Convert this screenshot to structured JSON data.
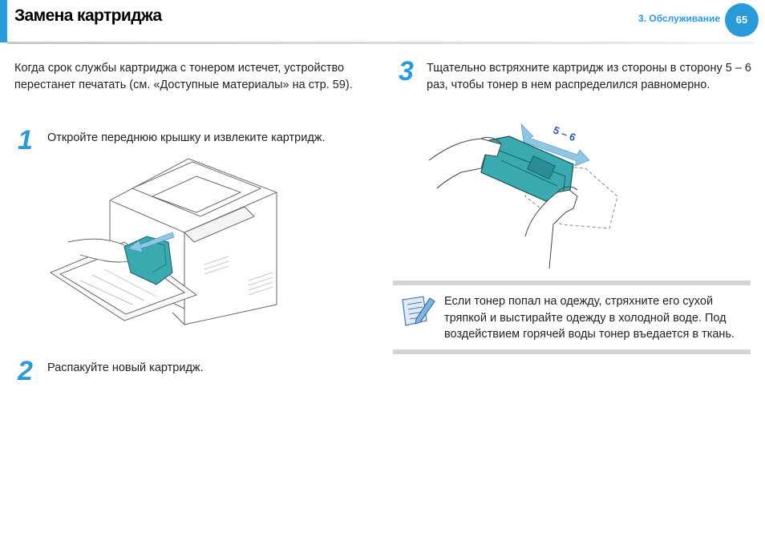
{
  "header": {
    "title": "Замена картриджа",
    "chapter": "3.  Обслуживание",
    "page_number": "65"
  },
  "intro": "Когда срок службы картриджа с тонером истечет, устройство перестанет печатать (см. «Доступные материалы» на стр. 59).",
  "steps": [
    {
      "number": "1",
      "text": "Откройте переднюю крышку и извлеките картридж."
    },
    {
      "number": "2",
      "text": "Распакуйте новый картридж."
    },
    {
      "number": "3",
      "text": "Тщательно встряхните картридж из стороны в сторону 5 – 6 раз, чтобы тонер в нем распределился равномерно."
    }
  ],
  "shake_label": "5 – 6",
  "note": {
    "icon": "note-pencil-icon",
    "text": "Если тонер попал на одежду, стряхните его сухой тряпкой и выстирайте одежду в холодной воде. Под воздействием горячей воды тонер въедается в ткань."
  },
  "colors": {
    "accent": "#2a9bd8",
    "cartridge": "#3aa9b0",
    "arrow": "#8fc6e3"
  }
}
